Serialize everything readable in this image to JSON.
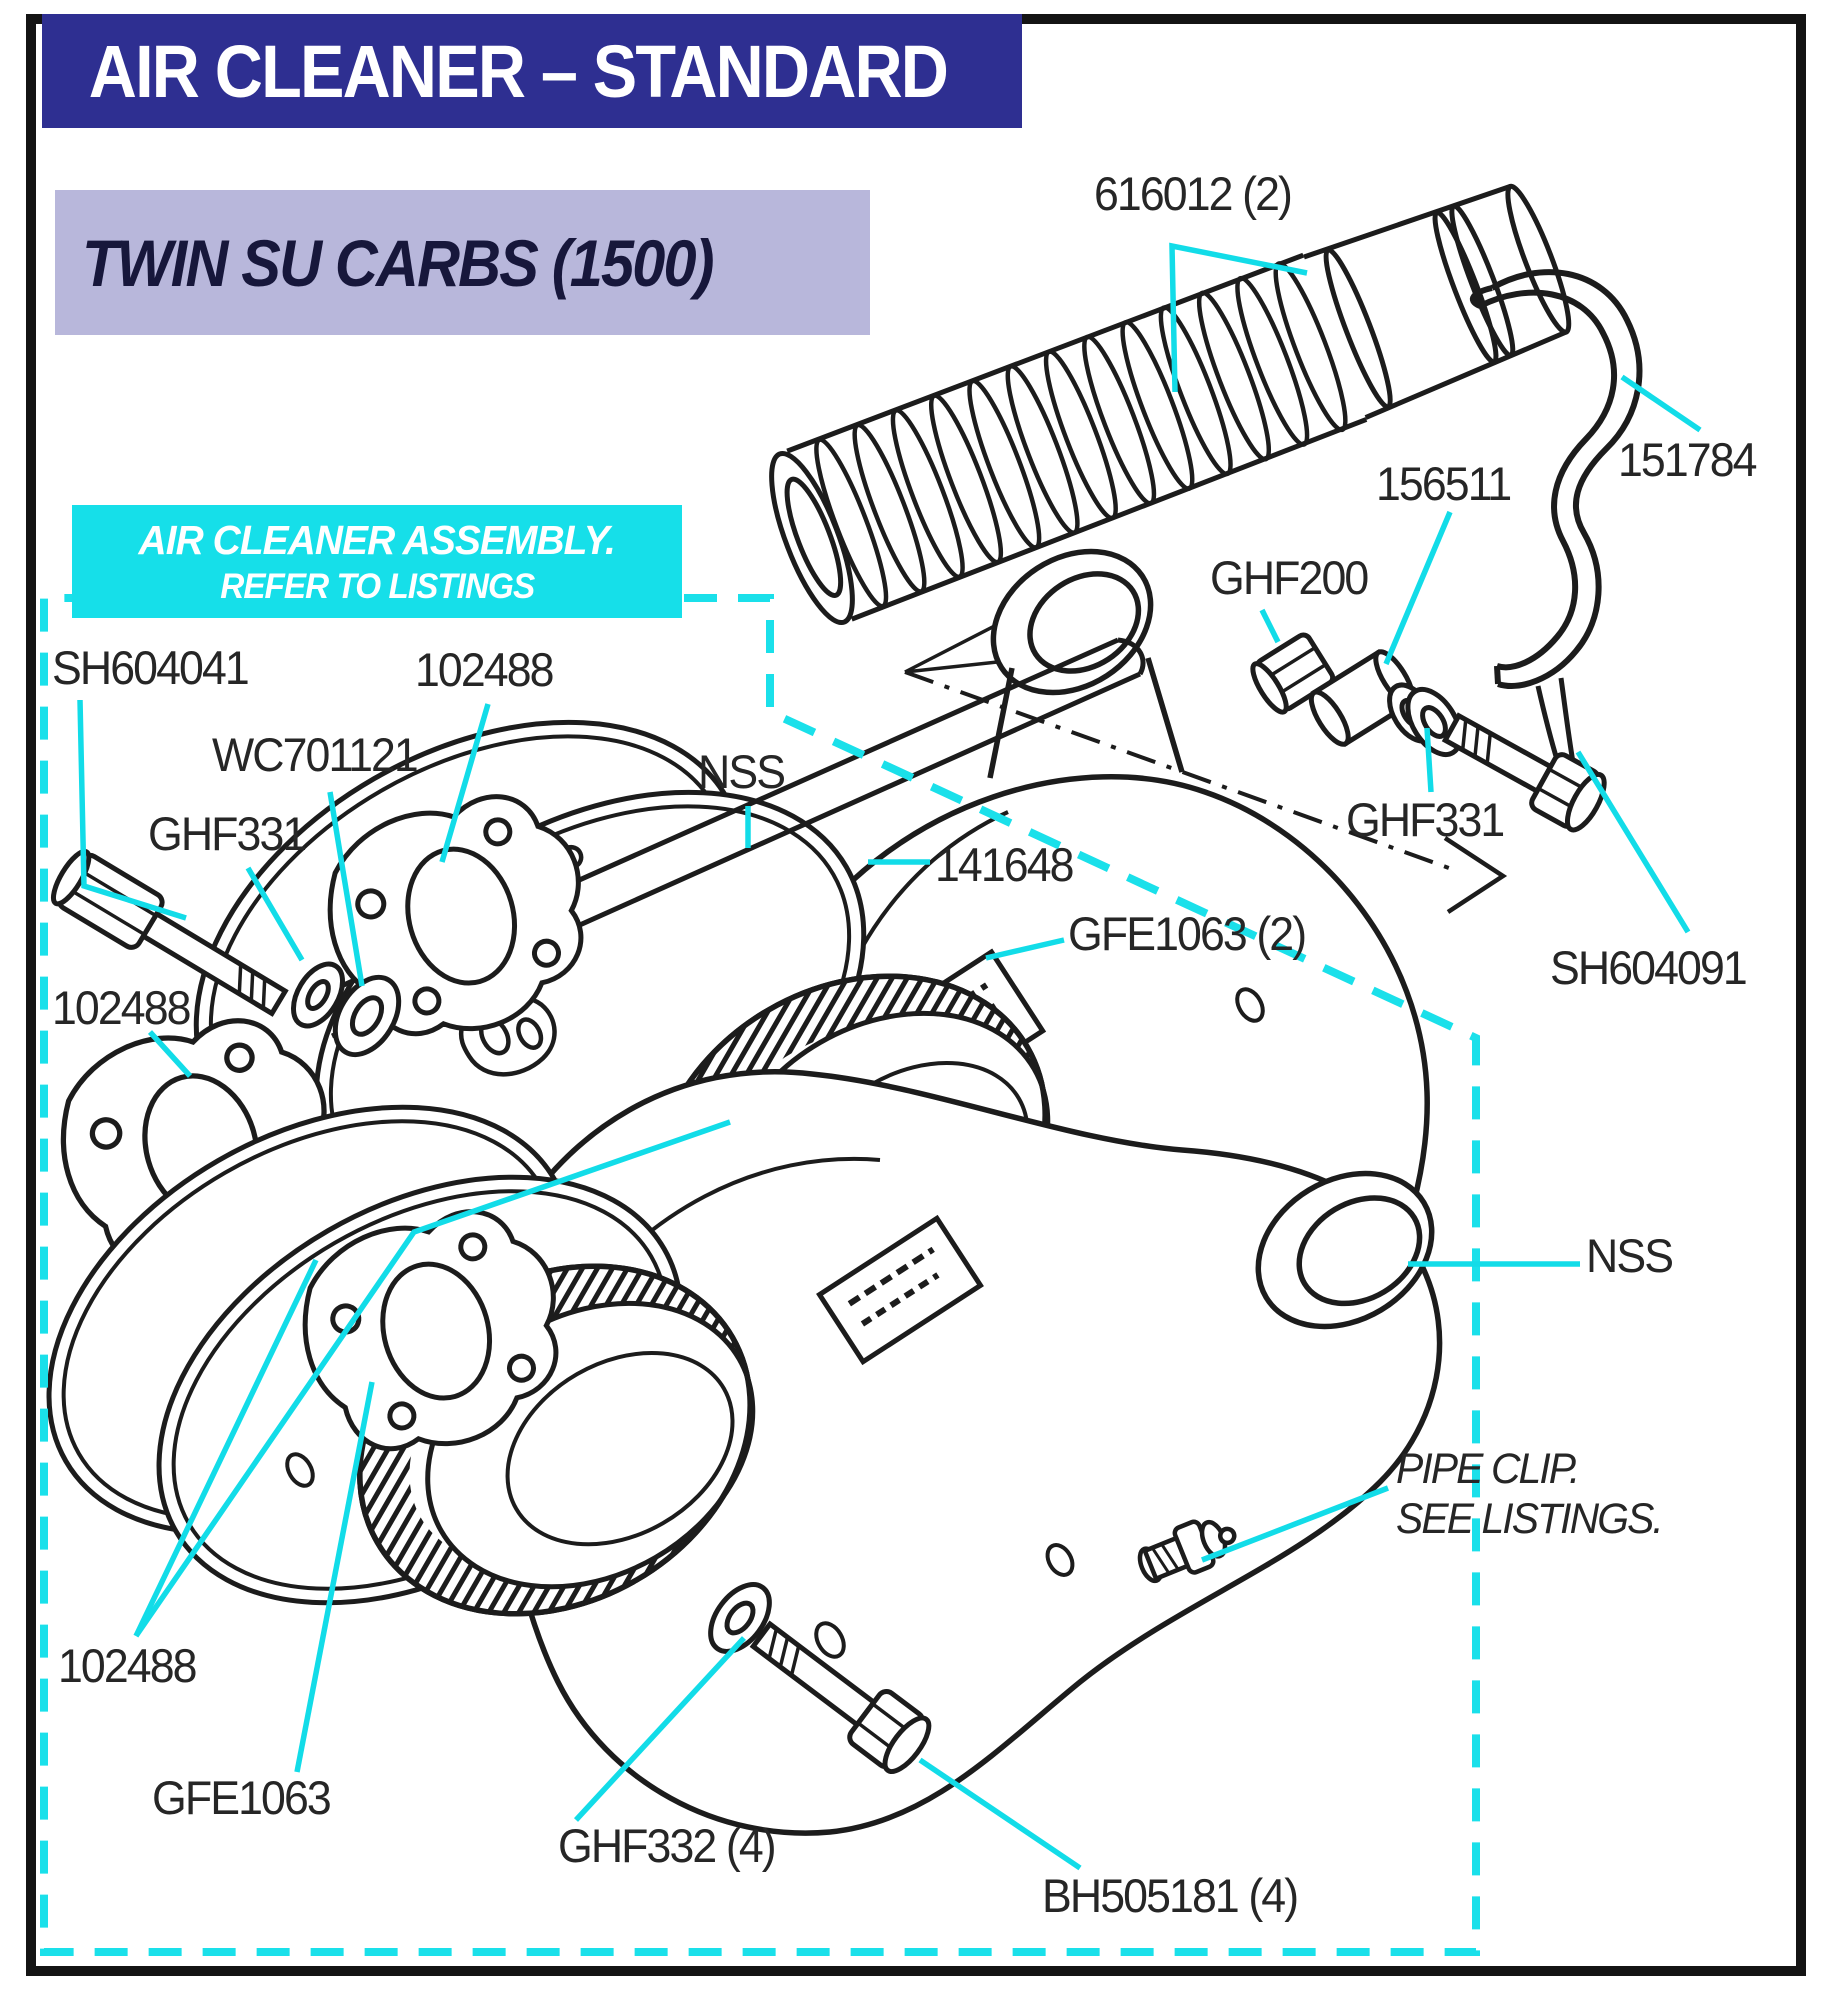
{
  "header": {
    "title": "AIR CLEANER – STANDARD"
  },
  "subtitle": {
    "text": "TWIN SU CARBS (1500)"
  },
  "assembly_note": {
    "line1": "AIR CLEANER ASSEMBLY.",
    "line2": "REFER TO LISTINGS"
  },
  "labels": {
    "sh604041": "SH604041",
    "p102488_top": "102488",
    "wc701121": "WC701121",
    "ghf331_left": "GHF331",
    "p102488_mid": "102488",
    "nss_top": "NSS",
    "p141648": "141648",
    "gfe1063_2": "GFE1063 (2)",
    "p616012": "616012 (2)",
    "p151784": "151784",
    "p156511": "156511",
    "ghf200": "GHF200",
    "ghf331_right": "GHF331",
    "sh604091": "SH604091",
    "nss_right": "NSS",
    "pipe_clip_line1": "PIPE CLIP.",
    "pipe_clip_line2": "SEE LISTINGS.",
    "p102488_bottom": "102488",
    "gfe1063_bottom": "GFE1063",
    "ghf332": "GHF332 (4)",
    "bh505181": "BH505181 (4)"
  },
  "colors": {
    "title_bg": "#2e2f91",
    "subtitle_bg": "#b8b7db",
    "note_bg": "#16dfe9",
    "leader_line": "#12dce8",
    "dashed_border": "#1ae0ea",
    "line_art": "#1c1c1c",
    "label_text": "#262626"
  }
}
